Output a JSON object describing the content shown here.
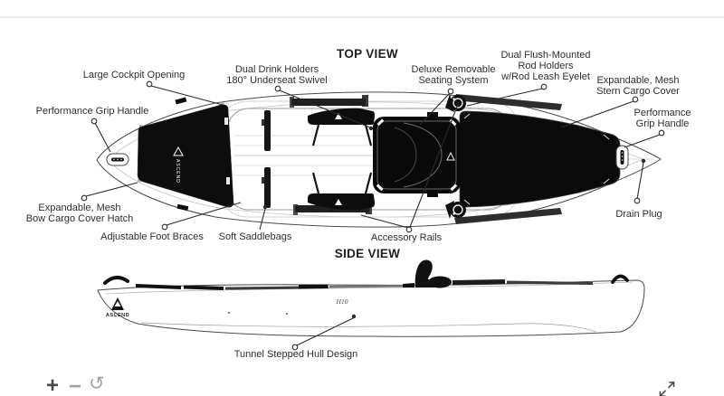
{
  "titles": {
    "top_view": "TOP VIEW",
    "side_view": "SIDE VIEW"
  },
  "top_labels": {
    "large_cockpit": {
      "l1": "Large Cockpit Opening"
    },
    "drink_holders": {
      "l1": "Dual Drink Holders",
      "l2": "180° Underseat Swivel"
    },
    "seating": {
      "l1": "Deluxe Removable",
      "l2": "Seating System"
    },
    "rod_holders": {
      "l1": "Dual Flush-Mounted",
      "l2": "Rod Holders",
      "l3": "w/Rod Leash Eyelet"
    },
    "stern_cargo": {
      "l1": "Expandable, Mesh",
      "l2": "Stern Cargo Cover"
    },
    "grip_right": {
      "l1": "Performance",
      "l2": "Grip Handle"
    },
    "grip_left": {
      "l1": "Performance Grip Handle"
    },
    "bow_cargo": {
      "l1": "Expandable, Mesh",
      "l2": "Bow Cargo Cover Hatch"
    },
    "foot_braces": {
      "l1": "Adjustable Foot Braces"
    },
    "saddlebags": {
      "l1": "Soft Saddlebags"
    },
    "accessory_rails": {
      "l1": "Accessory Rails"
    },
    "drain_plug": {
      "l1": "Drain Plug"
    }
  },
  "side_labels": {
    "tunnel_hull": {
      "l1": "Tunnel Stepped Hull Design"
    }
  },
  "branding": {
    "logo_text": "ASCEND",
    "model_text": "H10"
  },
  "controls": {
    "zoom_in": "+",
    "zoom_out": "−",
    "rotate": "↺"
  },
  "colors": {
    "ink": "#0d0d0d",
    "label_text": "#2e2e2e",
    "leader_line": "#2b2b2b",
    "divider": "#ececec"
  }
}
